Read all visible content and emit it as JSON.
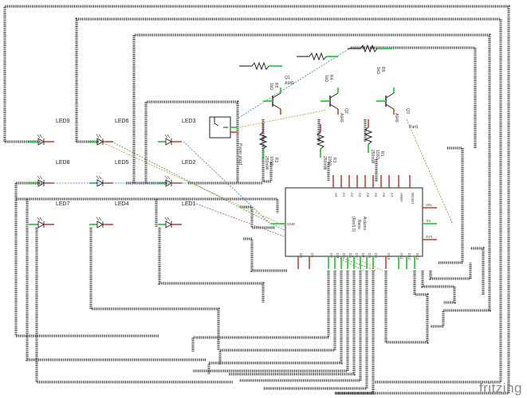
{
  "leds": [
    {
      "id": "led9",
      "label": "LED9"
    },
    {
      "id": "led6",
      "label": "LED6"
    },
    {
      "id": "led3",
      "label": "LED3"
    },
    {
      "id": "led8",
      "label": "LED8"
    },
    {
      "id": "led5",
      "label": "LED5"
    },
    {
      "id": "led2",
      "label": "LED2"
    },
    {
      "id": "led7",
      "label": "LED7"
    },
    {
      "id": "led4",
      "label": "LED4"
    },
    {
      "id": "led1",
      "label": "LED1"
    }
  ],
  "transistors": [
    {
      "id": "q1",
      "name": "Q1",
      "part": "A949"
    },
    {
      "id": "q2",
      "name": "Q2",
      "part": "A949"
    },
    {
      "id": "q3",
      "name": "Q3",
      "part": "A949"
    }
  ],
  "resistors": {
    "r5": {
      "name": "R5",
      "value": "1kΩ"
    },
    "r4": {
      "name": "R4",
      "value": "1kΩ"
    },
    "r6": {
      "name": "R6",
      "value": "1kΩ"
    },
    "r2": {
      "name": "R2",
      "value": "100Ω",
      "power": "250mW"
    },
    "r3": {
      "name": "R3",
      "value": "100Ω",
      "power": "250mW"
    },
    "r1": {
      "name": "R1",
      "value": "100Ω",
      "power": "250mW"
    }
  },
  "power_plug": {
    "label": "Power plug1"
  },
  "part1": {
    "label": "Part1"
  },
  "arduino": {
    "line1": "Arduino",
    "line2": "Nano",
    "line3": "(Rev3.0)",
    "pin_gnd": "GND",
    "pin_vin": "VIN",
    "pin_5v": "5V",
    "pin_3v3": "3V3",
    "pin_aref": "AREF",
    "pin_reset": "RESET",
    "top_pins": [
      "A0",
      "A1",
      "A2",
      "A3",
      "A4",
      "A5",
      "A6",
      "A7"
    ],
    "bottom_pins": [
      "D0",
      "D1",
      "D2",
      "D3",
      "D4",
      "D5",
      "D6",
      "D7",
      "D8",
      "D9",
      "D10",
      "D11",
      "D12",
      "D13"
    ]
  },
  "watermark": "fritzing"
}
